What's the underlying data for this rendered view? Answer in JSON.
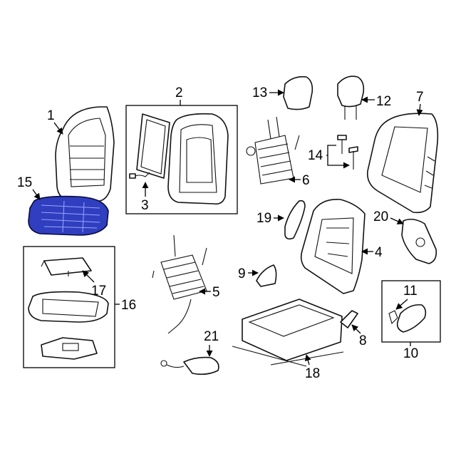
{
  "diagram": {
    "highlight_color": "#2f3fbf",
    "highlighted_part": "15",
    "callouts": {
      "p1": "1",
      "p2": "2",
      "p3": "3",
      "p4": "4",
      "p5": "5",
      "p6": "6",
      "p7": "7",
      "p8": "8",
      "p9": "9",
      "p10": "10",
      "p11": "11",
      "p12": "12",
      "p13": "13",
      "p14": "14",
      "p15": "15",
      "p16": "16",
      "p17": "17",
      "p18": "18",
      "p19": "19",
      "p20": "20",
      "p21": "21"
    }
  }
}
